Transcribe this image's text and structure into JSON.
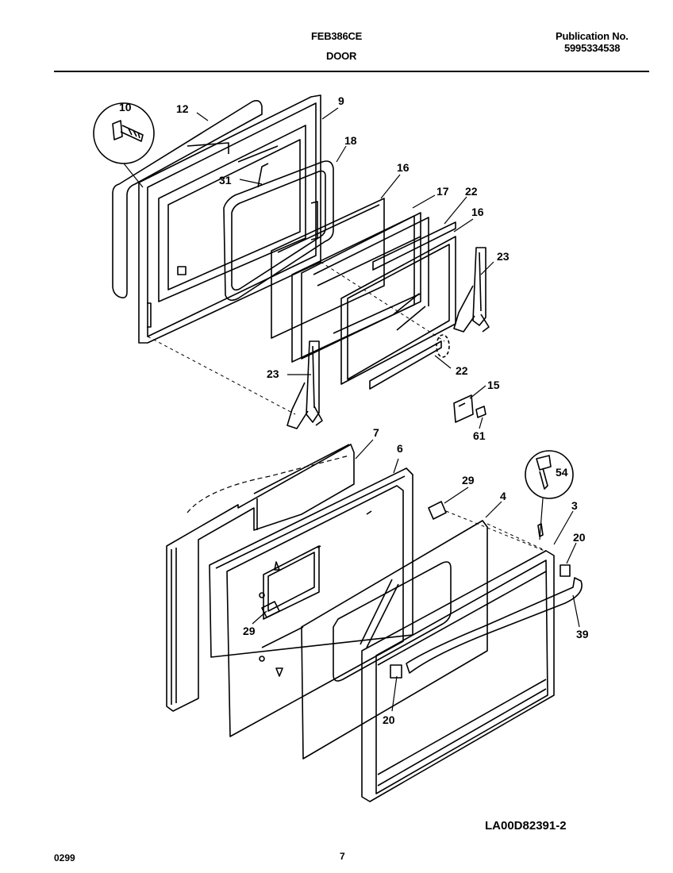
{
  "header": {
    "model": "FEB386CE",
    "section": "DOOR",
    "publication_label": "Publication No.",
    "publication_number": "5995334538"
  },
  "footer": {
    "date_code": "0299",
    "page_number": "7",
    "diagram_code": "LA00D82391-2"
  },
  "callouts": {
    "c10": "10",
    "c12": "12",
    "c9": "9",
    "c18": "18",
    "c31": "31",
    "c16a": "16",
    "c17": "17",
    "c22a": "22",
    "c16b": "16",
    "c23a": "23",
    "c23b": "23",
    "c22b": "22",
    "c15": "15",
    "c61": "61",
    "c7": "7",
    "c6": "6",
    "c29a": "29",
    "c4": "4",
    "c54": "54",
    "c3": "3",
    "c20a": "20",
    "c29b": "29",
    "c39": "39",
    "c20b": "20"
  }
}
